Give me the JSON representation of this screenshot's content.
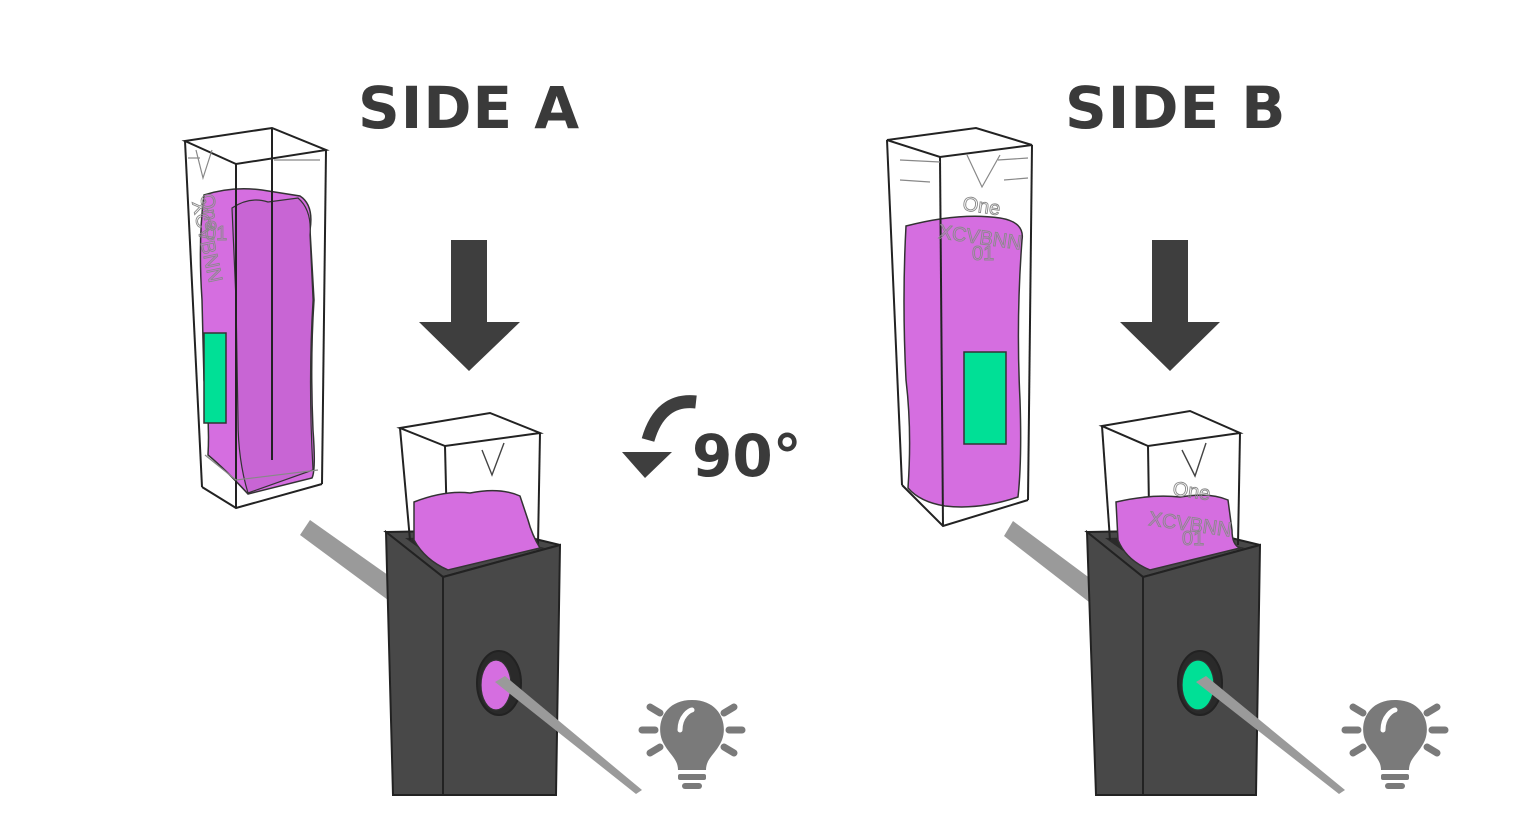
{
  "panels": [
    {
      "title": "SIDE A"
    },
    {
      "title": "SIDE B"
    }
  ],
  "rotation": {
    "label": "90°"
  },
  "cuvette_marking": {
    "lines": [
      "One",
      "XCVBNN",
      "01"
    ]
  },
  "colors": {
    "liquid": "#d56ee0",
    "window": "#00e096",
    "holder": "#484848",
    "arrow": "#3e3e3e",
    "beam": "#9a9a9a",
    "bulb": "#7a7a7a"
  }
}
